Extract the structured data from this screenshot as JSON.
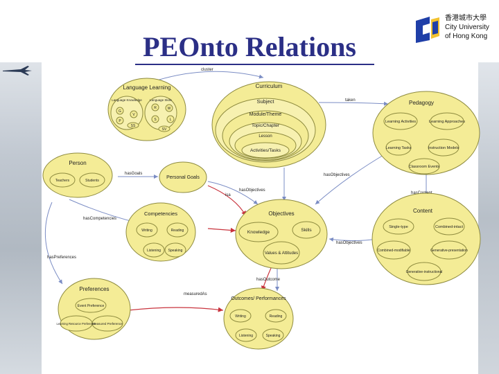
{
  "title": "PEOnto Relations",
  "logo": {
    "line1": "香港城市大學",
    "line2": "City University",
    "line3": "of Hong Kong"
  },
  "colors": {
    "node_fill": "#f4ec96",
    "node_stroke": "#8d8a3e",
    "title": "#2b2f86",
    "arrow_blue": "#7a8cc4",
    "arrow_red": "#c8323c"
  },
  "nodes": {
    "language_learning": {
      "title": "Language Learning",
      "knowledge": "Language Knowledge",
      "skills": "Language Skills",
      "g": "G",
      "v": "V",
      "p": "P",
      "ss": "SS",
      "r": "R",
      "w": "W",
      "s": "S",
      "l": "L",
      "sv": "SV"
    },
    "curriculum": {
      "title": "Curriculum",
      "subject": "Subject",
      "module": "Module/Theme",
      "topic": "Topic/Chapter",
      "lesson": "Lesson",
      "activities": "Activities/Tasks"
    },
    "pedagogy": {
      "title": "Pedagogy",
      "learning_activities": "Learning Activities",
      "learning_approaches": "Learning Approaches",
      "learning_tasks": "Learning Tasks",
      "instruction_models": "Instruction Models",
      "classroom_events": "Classroom Events"
    },
    "person": {
      "title": "Person",
      "teachers": "Teachers",
      "students": "Students"
    },
    "personal_goals": {
      "title": "Personal Goals"
    },
    "competencies": {
      "title": "Competencies",
      "writing": "Writing",
      "reading": "Reading",
      "listening": "Listening",
      "speaking": "Speaking"
    },
    "objectives": {
      "title": "Objectives",
      "knowledge": "Knowledge",
      "skills": "Skills",
      "values": "Values & Attitudes"
    },
    "content": {
      "title": "Content",
      "single_type": "Single-type",
      "combined_intact": "Combined-intact",
      "combined_modifiable": "Combined-modifiable",
      "generative_presentation": "Generative-presentation",
      "generative_instructional": "Generative-instructional"
    },
    "preferences": {
      "title": "Preferences",
      "event": "Event Preference",
      "learning_resource": "Learning Resource Preference",
      "measured": "Measured Preference"
    },
    "outcomes": {
      "title": "Outcomes/ Performances",
      "writing": "Writing",
      "reading": "Reading",
      "listening": "Listening",
      "speaking": "Speaking"
    }
  },
  "relations": {
    "r_top": "cluster",
    "r_taken": "taken",
    "has_goals": "hasGoals",
    "has_objectives_1": "hasObjectives",
    "has_objectives_2": "hasObjectives",
    "has_objectives_3": "hasObjectives",
    "has_competencies": "hasCompetencies",
    "has_preferences": "hasPreferences",
    "has_content": "hasContent",
    "r_small": "isa",
    "has_outcome": "hasOutcome",
    "measured_as": "measuredAs"
  }
}
